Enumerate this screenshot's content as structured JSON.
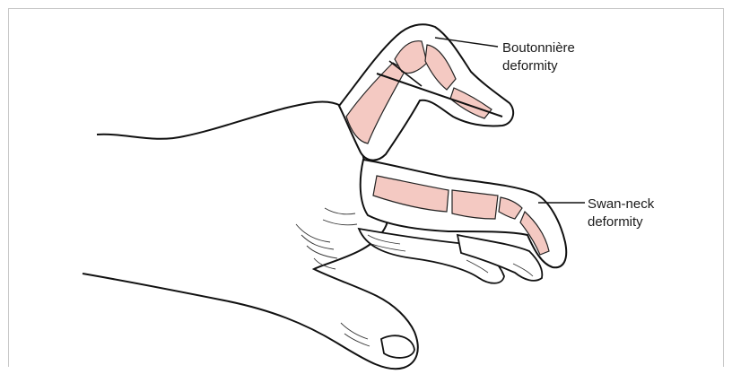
{
  "labels": {
    "boutonniere": {
      "line1": "Boutonnière",
      "line2": "deformity"
    },
    "swan_neck": {
      "line1": "Swan-neck",
      "line2": "deformity"
    }
  },
  "colors": {
    "bone_fill": "#f4c9c2",
    "outline": "#111111",
    "frame": "#c8c8c8"
  },
  "icons": {
    "hand": "hand-illustration",
    "bones": "finger-bones"
  }
}
